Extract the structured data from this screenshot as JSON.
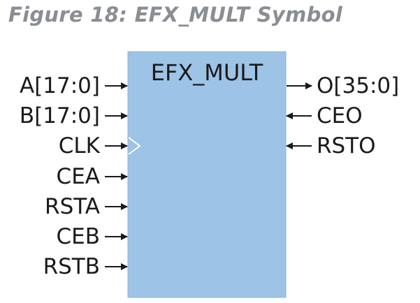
{
  "figure": {
    "title": "Figure 18: EFX_MULT Symbol",
    "title_color": "#8a8e93"
  },
  "block": {
    "name": "EFX_MULT",
    "fill_color": "#9dc3e6",
    "border_color": "#8fb3d6"
  },
  "colors": {
    "text": "#1a1a1a",
    "arrow": "#1a1a1a",
    "clock_marker": "#ffffff"
  },
  "input_pins": [
    {
      "label": "A[17:0]",
      "arrow": "in",
      "clock": false
    },
    {
      "label": "B[17:0]",
      "arrow": "in",
      "clock": false
    },
    {
      "label": "CLK",
      "arrow": "in",
      "clock": true
    },
    {
      "label": "CEA",
      "arrow": "in",
      "clock": false
    },
    {
      "label": "RSTA",
      "arrow": "in",
      "clock": false
    },
    {
      "label": "CEB",
      "arrow": "in",
      "clock": false
    },
    {
      "label": "RSTB",
      "arrow": "in",
      "clock": false
    }
  ],
  "output_pins": [
    {
      "label": "O[35:0]",
      "arrow": "out"
    },
    {
      "label": "CEO",
      "arrow": "in"
    },
    {
      "label": "RSTO",
      "arrow": "in"
    }
  ]
}
